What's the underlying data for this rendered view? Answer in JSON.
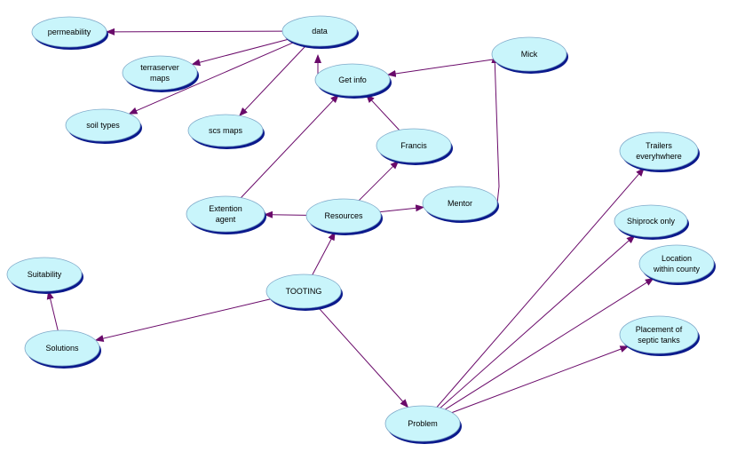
{
  "theme": {
    "node_fill": "#c9f5fb",
    "node_stroke": "#0b1a8c",
    "edge_color": "#6a0a6a"
  },
  "nodes": [
    {
      "id": "permeability",
      "lines": [
        "permeability"
      ]
    },
    {
      "id": "data",
      "lines": [
        "data"
      ]
    },
    {
      "id": "terraserver",
      "lines": [
        "terraserver",
        "maps"
      ]
    },
    {
      "id": "mick",
      "lines": [
        "Mick"
      ]
    },
    {
      "id": "getinfo",
      "lines": [
        "Get info"
      ]
    },
    {
      "id": "soiltypes",
      "lines": [
        "soil types"
      ]
    },
    {
      "id": "scsmaps",
      "lines": [
        "scs maps"
      ]
    },
    {
      "id": "francis",
      "lines": [
        "Francis"
      ]
    },
    {
      "id": "trailers",
      "lines": [
        "Trailers",
        "everyhwhere"
      ]
    },
    {
      "id": "extention",
      "lines": [
        "Extention",
        "agent"
      ]
    },
    {
      "id": "resources",
      "lines": [
        "Resources"
      ]
    },
    {
      "id": "mentor",
      "lines": [
        "Mentor"
      ]
    },
    {
      "id": "shiprock",
      "lines": [
        "Shiprock only"
      ]
    },
    {
      "id": "suitability",
      "lines": [
        "Suitability"
      ]
    },
    {
      "id": "location",
      "lines": [
        "Location",
        "within county"
      ]
    },
    {
      "id": "tooting",
      "lines": [
        "TOOTING"
      ]
    },
    {
      "id": "solutions",
      "lines": [
        "Solutions"
      ]
    },
    {
      "id": "placement",
      "lines": [
        "Placement of",
        "septic tanks"
      ]
    },
    {
      "id": "problem",
      "lines": [
        "Problem"
      ]
    }
  ],
  "edges": [
    {
      "from": "data",
      "to": "permeability"
    },
    {
      "from": "data",
      "to": "terraserver"
    },
    {
      "from": "data",
      "to": "soiltypes"
    },
    {
      "from": "data",
      "to": "scsmaps"
    },
    {
      "from": "getinfo",
      "to": "data"
    },
    {
      "from": "mick",
      "to": "getinfo"
    },
    {
      "from": "francis",
      "to": "getinfo"
    },
    {
      "from": "extention",
      "to": "getinfo"
    },
    {
      "from": "resources",
      "to": "francis"
    },
    {
      "from": "resources",
      "to": "extention"
    },
    {
      "from": "resources",
      "to": "mentor"
    },
    {
      "from": "mentor",
      "to": "mick"
    },
    {
      "from": "tooting",
      "to": "resources"
    },
    {
      "from": "tooting",
      "to": "solutions"
    },
    {
      "from": "tooting",
      "to": "problem"
    },
    {
      "from": "solutions",
      "to": "suitability"
    },
    {
      "from": "problem",
      "to": "trailers"
    },
    {
      "from": "problem",
      "to": "shiprock"
    },
    {
      "from": "problem",
      "to": "location"
    },
    {
      "from": "problem",
      "to": "placement"
    }
  ]
}
